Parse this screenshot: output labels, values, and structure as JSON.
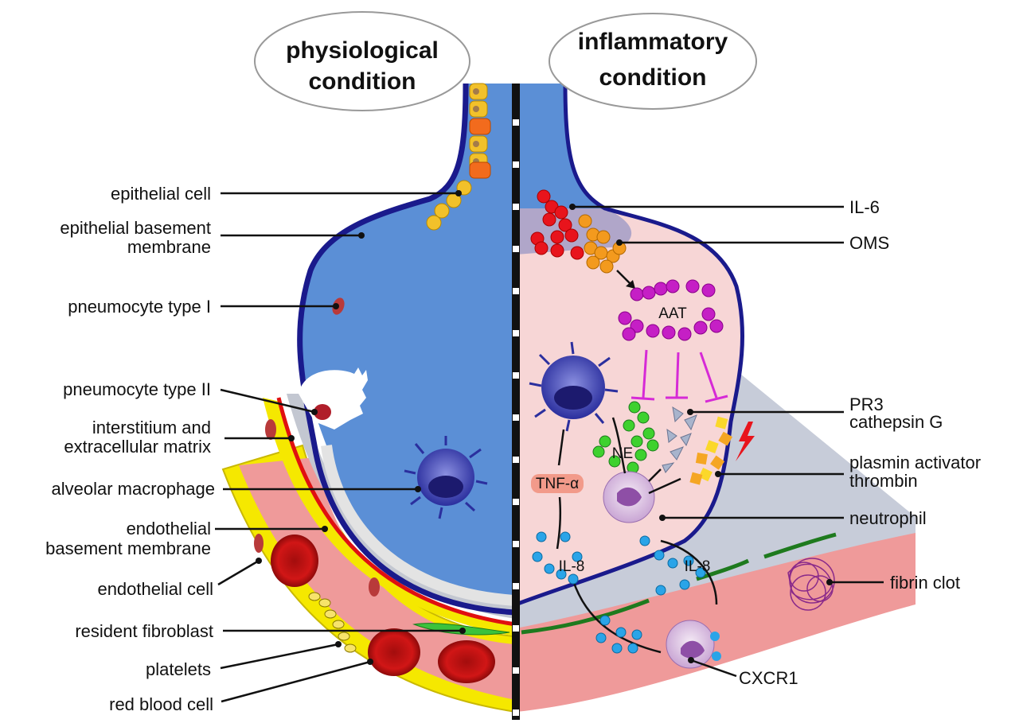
{
  "titles": {
    "left": [
      "physiological",
      "condition"
    ],
    "right": [
      "inflammatory",
      "condition"
    ]
  },
  "left_labels": [
    {
      "id": "epithelial-cell",
      "lines": [
        "epithelial cell"
      ]
    },
    {
      "id": "epithelial-basement-membrane",
      "lines": [
        "epithelial basement",
        "membrane"
      ]
    },
    {
      "id": "pneumocyte-type-1",
      "lines": [
        "pneumocyte type I"
      ]
    },
    {
      "id": "pneumocyte-type-2",
      "lines": [
        "pneumocyte type II"
      ]
    },
    {
      "id": "interstitium",
      "lines": [
        "interstitium and",
        "extracellular matrix"
      ]
    },
    {
      "id": "alveolar-macrophage",
      "lines": [
        "alveolar macrophage"
      ]
    },
    {
      "id": "endothelial-basement-membrane",
      "lines": [
        "endothelial",
        "basement membrane"
      ]
    },
    {
      "id": "endothelial-cell",
      "lines": [
        "endothelial cell"
      ]
    },
    {
      "id": "resident-fibroblast",
      "lines": [
        "resident fibroblast"
      ]
    },
    {
      "id": "platelets",
      "lines": [
        "platelets"
      ]
    },
    {
      "id": "red-blood-cell",
      "lines": [
        "red blood cell"
      ]
    }
  ],
  "right_labels": [
    {
      "id": "il-6",
      "lines": [
        "IL-6"
      ]
    },
    {
      "id": "oms",
      "lines": [
        "OMS"
      ]
    },
    {
      "id": "pr3-cathepsin-g",
      "lines": [
        "PR3",
        "cathepsin G"
      ]
    },
    {
      "id": "plasmin-activator-thrombin",
      "lines": [
        "plasmin activator",
        "thrombin"
      ]
    },
    {
      "id": "neutrophil",
      "lines": [
        "neutrophil"
      ]
    },
    {
      "id": "fibrin-clot",
      "lines": [
        "fibrin clot"
      ]
    },
    {
      "id": "cxcr1",
      "lines": [
        "CXCR1"
      ]
    }
  ],
  "inner_labels": {
    "aat": "AAT",
    "ne": "NE",
    "tnf": "TNF-α",
    "il8_left": "IL-8",
    "il8_right": "IL-8"
  },
  "colors": {
    "alveolar_space": "#5b8fd6",
    "membrane_blue": "#1a1a8c",
    "interstitium_pink": "#f7d6d6",
    "vessel_pink": "#ef9a9a",
    "endothelium_yellow": "#f5e800",
    "il6_red": "#e8141c",
    "oms_orange": "#f39a1e",
    "aat_magenta": "#c51fc5",
    "ne_green": "#3ed12e",
    "il8_blue": "#2aa4e8",
    "edema_grey": "#c7ccd9"
  }
}
